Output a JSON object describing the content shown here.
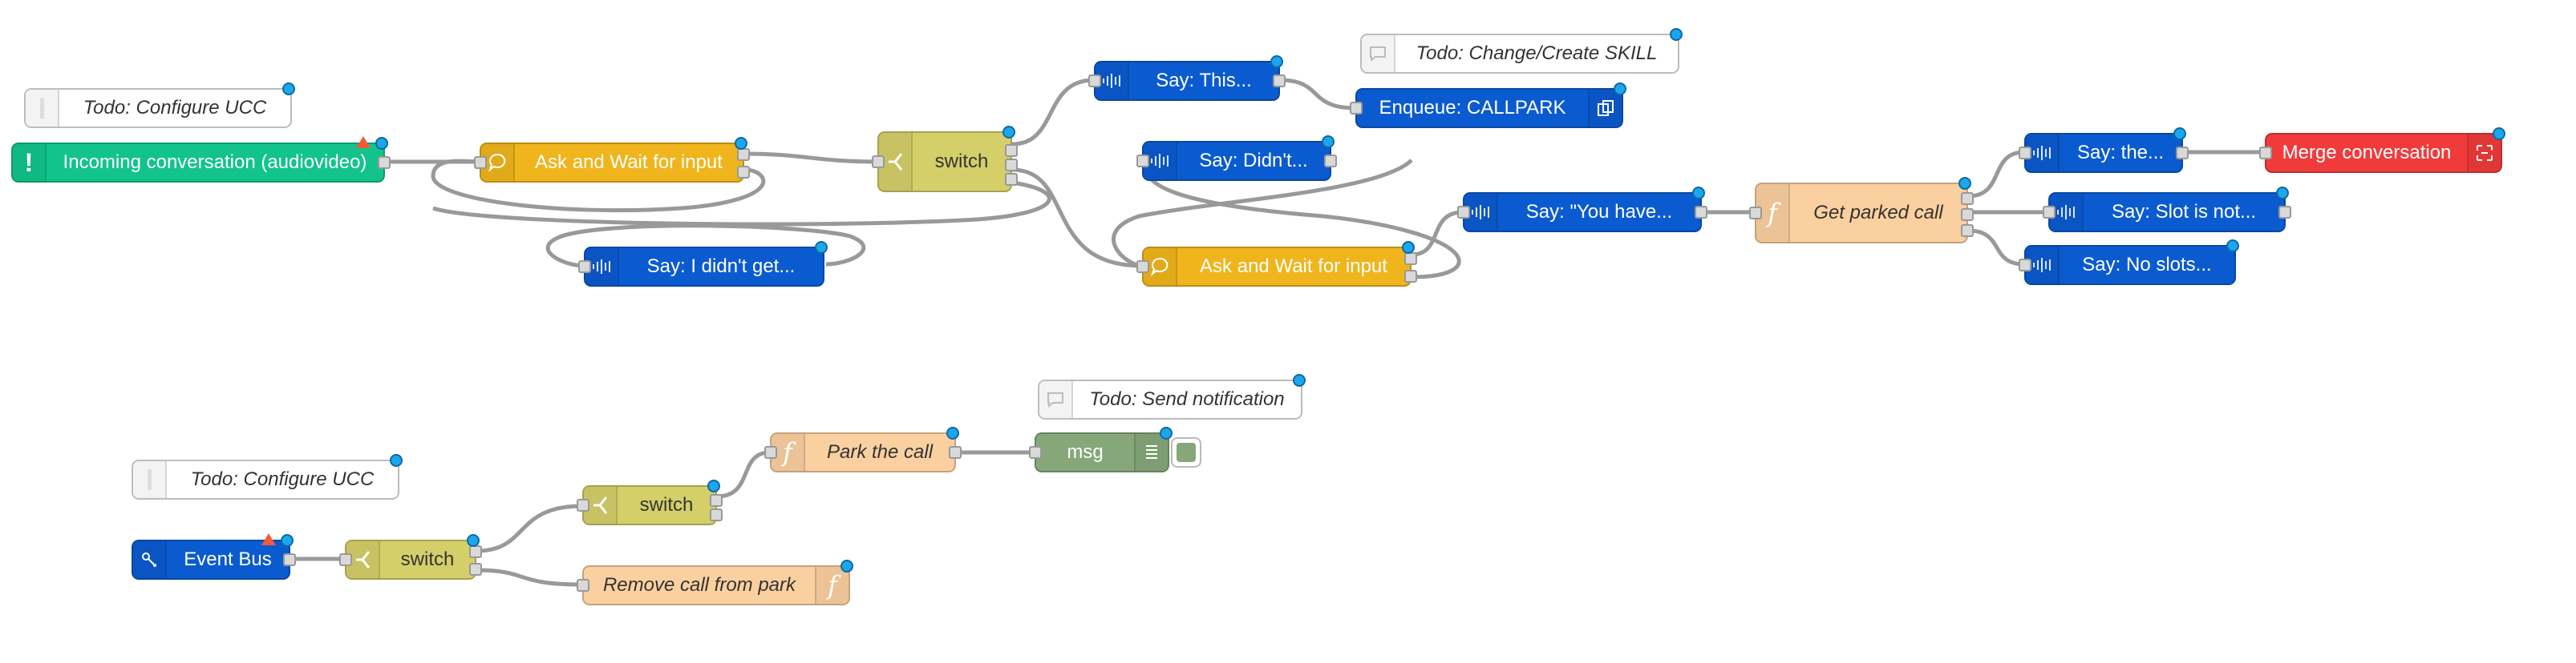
{
  "flow": {
    "colors": {
      "wire": "#999999",
      "status_dot": "#1ba6ee",
      "warning": "#f35a3a"
    },
    "nodes": {
      "todo_configure_ucc_1": "Todo: Configure UCC",
      "incoming_conversation": "Incoming conversation (audiovideo)",
      "ask_wait_1": "Ask and Wait for input",
      "switch_1": "switch",
      "say_didnt_get": "Say: I didn't get...",
      "say_this": "Say: This...",
      "todo_change_skill": "Todo: Change/Create SKILL",
      "enqueue_callpark": "Enqueue: CALLPARK",
      "say_didnt": "Say: Didn't...",
      "ask_wait_2": "Ask and Wait for input",
      "say_you_have": "Say: \"You have...",
      "get_parked_call": "Get parked call",
      "say_the": "Say: the...",
      "merge_conversation": "Merge conversation",
      "say_slot_not": "Say: Slot is not...",
      "say_no_slots": "Say: No slots...",
      "todo_send_notification": "Todo: Send notification",
      "park_the_call": "Park the call",
      "msg": "msg",
      "todo_configure_ucc_2": "Todo: Configure UCC",
      "event_bus": "Event Bus",
      "switch_2": "switch",
      "switch_3": "switch",
      "remove_call_from_park": "Remove call from park"
    },
    "icons": {
      "exclamation": "exclamation-icon",
      "ask": "question-bubble-icon",
      "switch": "switch-branch-icon",
      "waveform": "audio-wave-icon",
      "comment": "comment-icon",
      "enqueue": "copy-stack-icon",
      "function": "function-f-icon",
      "merge": "merge-brackets-icon",
      "list": "list-lines-icon",
      "event": "event-bus-icon"
    }
  }
}
